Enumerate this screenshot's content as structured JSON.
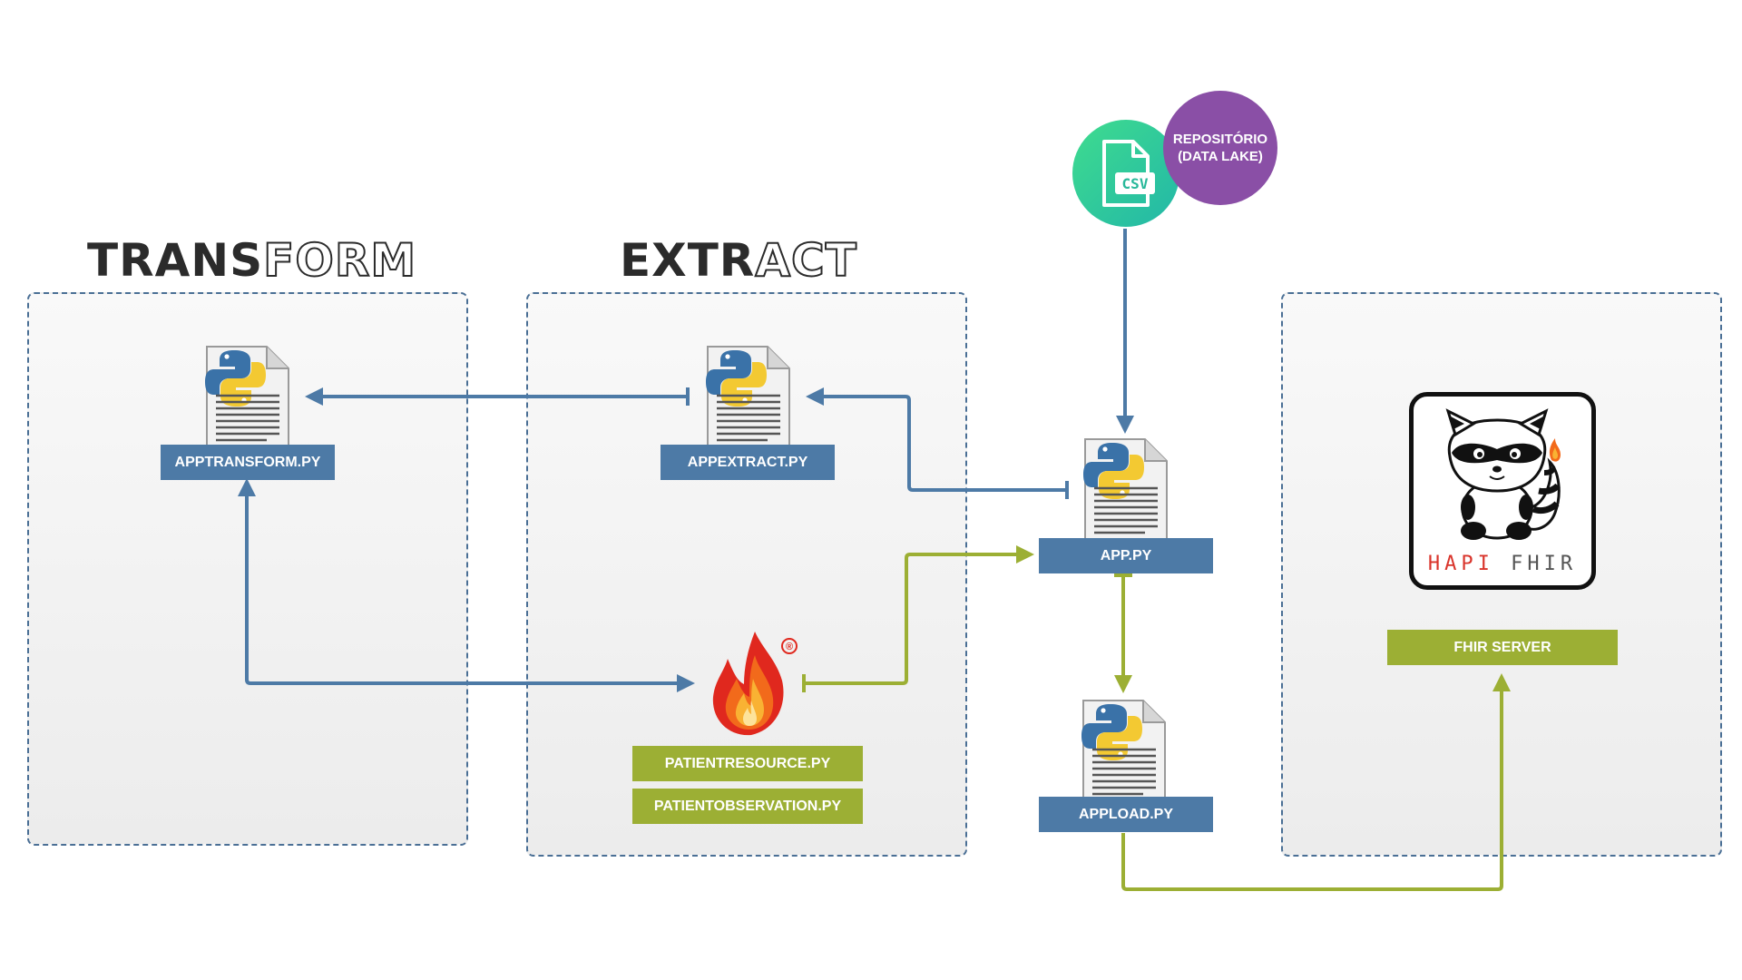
{
  "headings": {
    "transform": {
      "solid": "TRANS",
      "outline": "FORM"
    },
    "extract": {
      "solid": "EXTR",
      "outline": "ACT"
    }
  },
  "files": {
    "apptransform": "APPTRANSFORM.PY",
    "appextract": "APPEXTRACT.PY",
    "app": "APP.PY",
    "appload": "APPLOAD.PY",
    "patientresource": "PATIENTRESOURCE.PY",
    "patientobservation": "PATIENTOBSERVATION.PY"
  },
  "csv": {
    "icon_text": "CSV"
  },
  "repository": {
    "line1": "REPOSITÓRIO",
    "line2": "(DATA LAKE)"
  },
  "hapi": {
    "word1": "HAPI",
    "word2": "FHIR",
    "registered": "®"
  },
  "fhir_server": "FHIR SERVER",
  "colors": {
    "blue": "#4d7aa6",
    "green": "#9caf34",
    "purple": "#8a4fa6",
    "csv_green": "#3cc99a",
    "panel_border": "#4a6f95",
    "hapi_red": "#d9342b"
  },
  "icons": [
    "python-file-icon",
    "csv-file-icon",
    "fhir-flame-icon",
    "raccoon-mascot-icon"
  ]
}
